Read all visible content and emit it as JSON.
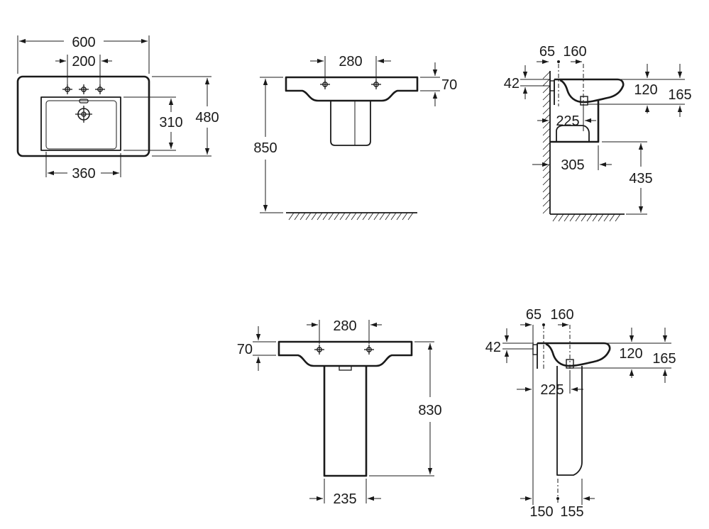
{
  "views": {
    "top": {
      "width": "600",
      "tap_spacing": "200",
      "depth": "480",
      "bowl_depth": "310",
      "bowl_width": "360"
    },
    "front_wall": {
      "tap_spacing": "280",
      "thickness": "70",
      "height": "850"
    },
    "side_wall": {
      "a": "65",
      "b": "160",
      "c": "42",
      "d": "120",
      "e": "165",
      "f": "225",
      "g": "305",
      "h": "435"
    },
    "front_pedestal": {
      "tap_spacing": "280",
      "thickness": "70",
      "height": "830",
      "pedestal_width": "235"
    },
    "side_pedestal": {
      "a": "65",
      "b": "160",
      "c": "42",
      "d": "120",
      "e": "165",
      "f": "225",
      "g": "150",
      "h": "155"
    }
  }
}
